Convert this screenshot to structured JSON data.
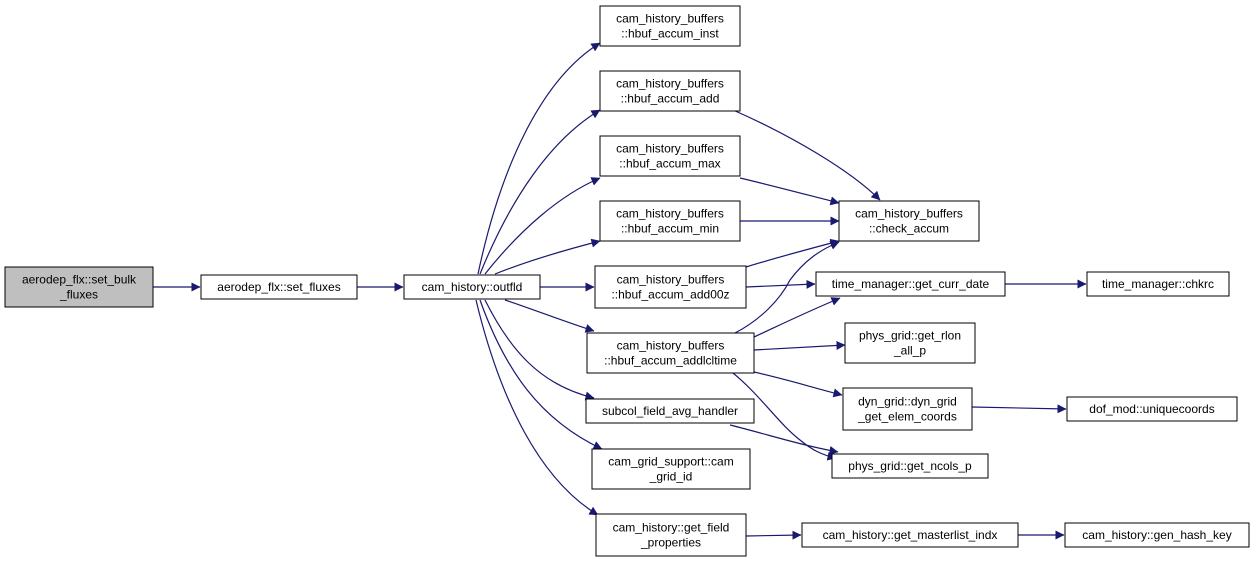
{
  "graph": {
    "colors": {
      "edge": "#191970",
      "root_fill": "#bfbfbf",
      "node_fill": "#ffffff",
      "node_stroke": "#000000"
    },
    "nodes": {
      "set_bulk_fluxes": {
        "lines": [
          "aerodep_flx::set_bulk",
          "_fluxes"
        ]
      },
      "set_fluxes": {
        "lines": [
          "aerodep_flx::set_fluxes"
        ]
      },
      "outfld": {
        "lines": [
          "cam_history::outfld"
        ]
      },
      "hbuf_accum_inst": {
        "lines": [
          "cam_history_buffers",
          "::hbuf_accum_inst"
        ]
      },
      "hbuf_accum_add": {
        "lines": [
          "cam_history_buffers",
          "::hbuf_accum_add"
        ]
      },
      "hbuf_accum_max": {
        "lines": [
          "cam_history_buffers",
          "::hbuf_accum_max"
        ]
      },
      "hbuf_accum_min": {
        "lines": [
          "cam_history_buffers",
          "::hbuf_accum_min"
        ]
      },
      "hbuf_accum_add00z": {
        "lines": [
          "cam_history_buffers",
          "::hbuf_accum_add00z"
        ]
      },
      "hbuf_accum_addlcltime": {
        "lines": [
          "cam_history_buffers",
          "::hbuf_accum_addlcltime"
        ]
      },
      "subcol_field_avg_handler": {
        "lines": [
          "subcol_field_avg_handler"
        ]
      },
      "cam_grid_id": {
        "lines": [
          "cam_grid_support::cam",
          "_grid_id"
        ]
      },
      "get_field_properties": {
        "lines": [
          "cam_history::get_field",
          "_properties"
        ]
      },
      "check_accum": {
        "lines": [
          "cam_history_buffers",
          "::check_accum"
        ]
      },
      "get_curr_date": {
        "lines": [
          "time_manager::get_curr_date"
        ]
      },
      "get_rlon_all_p": {
        "lines": [
          "phys_grid::get_rlon",
          "_all_p"
        ]
      },
      "get_elem_coords": {
        "lines": [
          "dyn_grid::dyn_grid",
          "_get_elem_coords"
        ]
      },
      "get_ncols_p": {
        "lines": [
          "phys_grid::get_ncols_p"
        ]
      },
      "get_masterlist_indx": {
        "lines": [
          "cam_history::get_masterlist_indx"
        ]
      },
      "chkrc": {
        "lines": [
          "time_manager::chkrc"
        ]
      },
      "uniquecoords": {
        "lines": [
          "dof_mod::uniquecoords"
        ]
      },
      "gen_hash_key": {
        "lines": [
          "cam_history::gen_hash_key"
        ]
      }
    },
    "edges": [
      [
        "set_bulk_fluxes",
        "set_fluxes"
      ],
      [
        "set_fluxes",
        "outfld"
      ],
      [
        "outfld",
        "hbuf_accum_inst"
      ],
      [
        "outfld",
        "hbuf_accum_add"
      ],
      [
        "outfld",
        "hbuf_accum_max"
      ],
      [
        "outfld",
        "hbuf_accum_min"
      ],
      [
        "outfld",
        "hbuf_accum_add00z"
      ],
      [
        "outfld",
        "hbuf_accum_addlcltime"
      ],
      [
        "outfld",
        "subcol_field_avg_handler"
      ],
      [
        "outfld",
        "cam_grid_id"
      ],
      [
        "outfld",
        "get_field_properties"
      ],
      [
        "hbuf_accum_add",
        "check_accum"
      ],
      [
        "hbuf_accum_max",
        "check_accum"
      ],
      [
        "hbuf_accum_min",
        "check_accum"
      ],
      [
        "hbuf_accum_add00z",
        "check_accum"
      ],
      [
        "hbuf_accum_addlcltime",
        "check_accum"
      ],
      [
        "hbuf_accum_add00z",
        "get_curr_date"
      ],
      [
        "hbuf_accum_addlcltime",
        "get_curr_date"
      ],
      [
        "hbuf_accum_addlcltime",
        "get_rlon_all_p"
      ],
      [
        "hbuf_accum_addlcltime",
        "get_elem_coords"
      ],
      [
        "hbuf_accum_addlcltime",
        "get_ncols_p"
      ],
      [
        "subcol_field_avg_handler",
        "get_ncols_p"
      ],
      [
        "get_curr_date",
        "chkrc"
      ],
      [
        "get_elem_coords",
        "uniquecoords"
      ],
      [
        "get_field_properties",
        "get_masterlist_indx"
      ],
      [
        "get_masterlist_indx",
        "gen_hash_key"
      ]
    ]
  }
}
